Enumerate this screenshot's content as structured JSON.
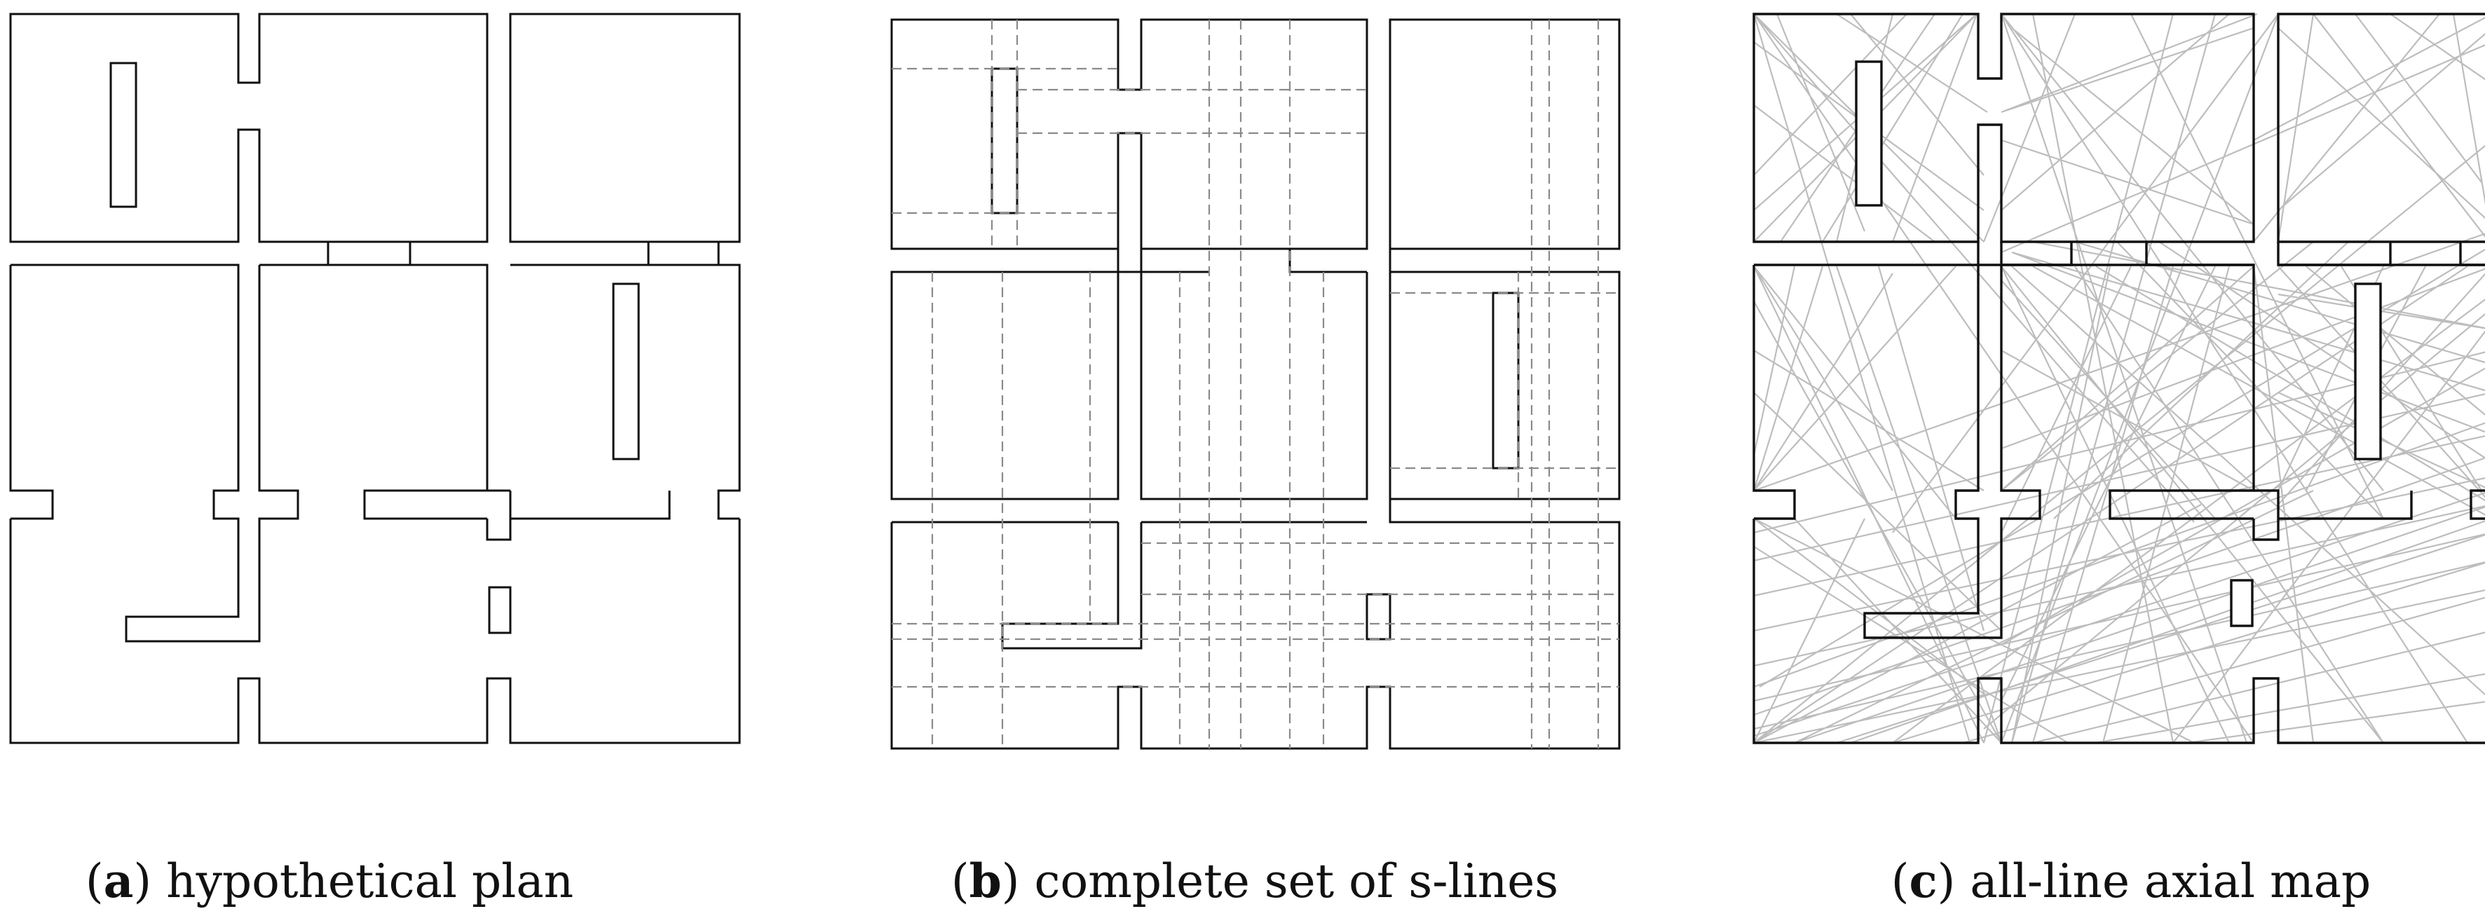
{
  "figure": {
    "panels": [
      {
        "id": "a",
        "letter": "a",
        "label": "hypothetical plan"
      },
      {
        "id": "b",
        "letter": "b",
        "label": "complete set of s-lines"
      },
      {
        "id": "c",
        "letter": "c",
        "label": "all-line axial map"
      }
    ],
    "colors": {
      "wall": "#111111",
      "s_line": "#8a8a8a",
      "axial_line": "#bdbdbd",
      "background": "#ffffff"
    }
  }
}
